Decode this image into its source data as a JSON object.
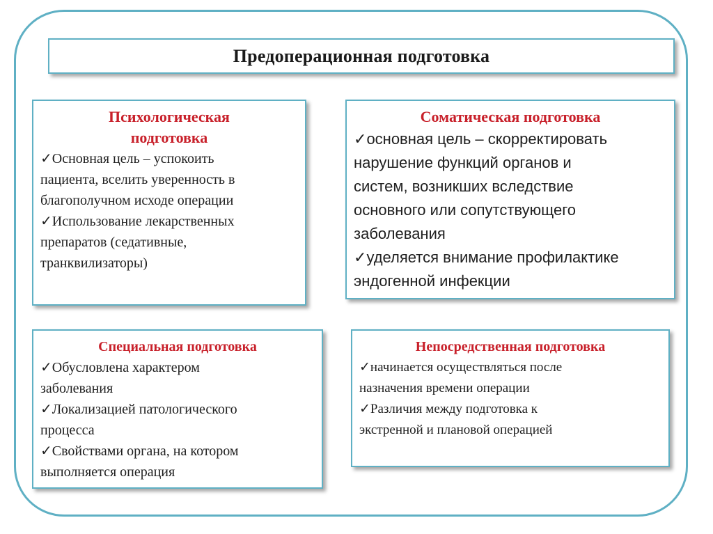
{
  "title": "Предоперационная подготовка",
  "colors": {
    "frame": "#5fb0c4",
    "heading": "#c8202a",
    "text": "#202020"
  },
  "cards": [
    {
      "heading_lines": [
        "Психологическая",
        "подготовка"
      ],
      "items": [
        [
          "Основная цель – успокоить",
          "пациента, вселить уверенность в",
          "благополучном  исходе операции"
        ],
        [
          "Использование лекарственных",
          "препаратов (седативные,",
          "транквилизаторы)"
        ]
      ]
    },
    {
      "heading_lines": [
        "Соматическая подготовка"
      ],
      "items": [
        [
          "основная цель – скорректировать",
          "нарушение функций органов и",
          "систем, возникших вследствие",
          "основного или сопутствующего",
          "заболевания"
        ],
        [
          "уделяется внимание профилактике",
          "эндогенной инфекции"
        ]
      ]
    },
    {
      "heading_lines": [
        "Специальная подготовка"
      ],
      "items": [
        [
          "Обусловлена характером",
          "заболевания"
        ],
        [
          "Локализацией патологического",
          "процесса"
        ],
        [
          "Свойствами органа, на котором",
          "выполняется операция"
        ]
      ]
    },
    {
      "heading_lines": [
        "Непосредственная подготовка"
      ],
      "items": [
        [
          "начинается осуществляться после",
          "назначения времени операции"
        ],
        [
          "Различия между подготовка к",
          "экстренной и плановой операцией"
        ]
      ]
    }
  ],
  "check_glyph": "✓"
}
